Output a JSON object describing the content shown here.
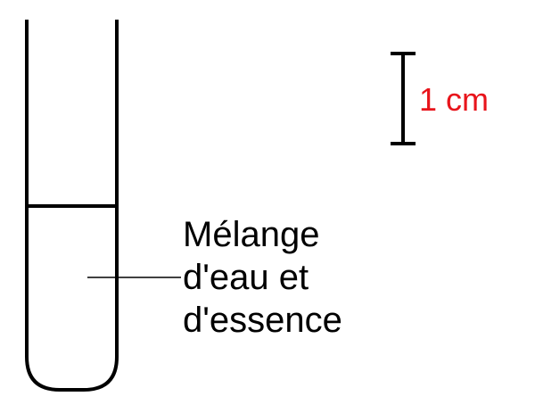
{
  "scale_bar": {
    "label": "1 cm",
    "label_color": "#e8141b"
  },
  "mixture_label": {
    "lines": [
      "Mélange",
      "d'eau et",
      "d'essence"
    ]
  },
  "colors": {
    "stroke": "#000000",
    "background": "#ffffff"
  }
}
